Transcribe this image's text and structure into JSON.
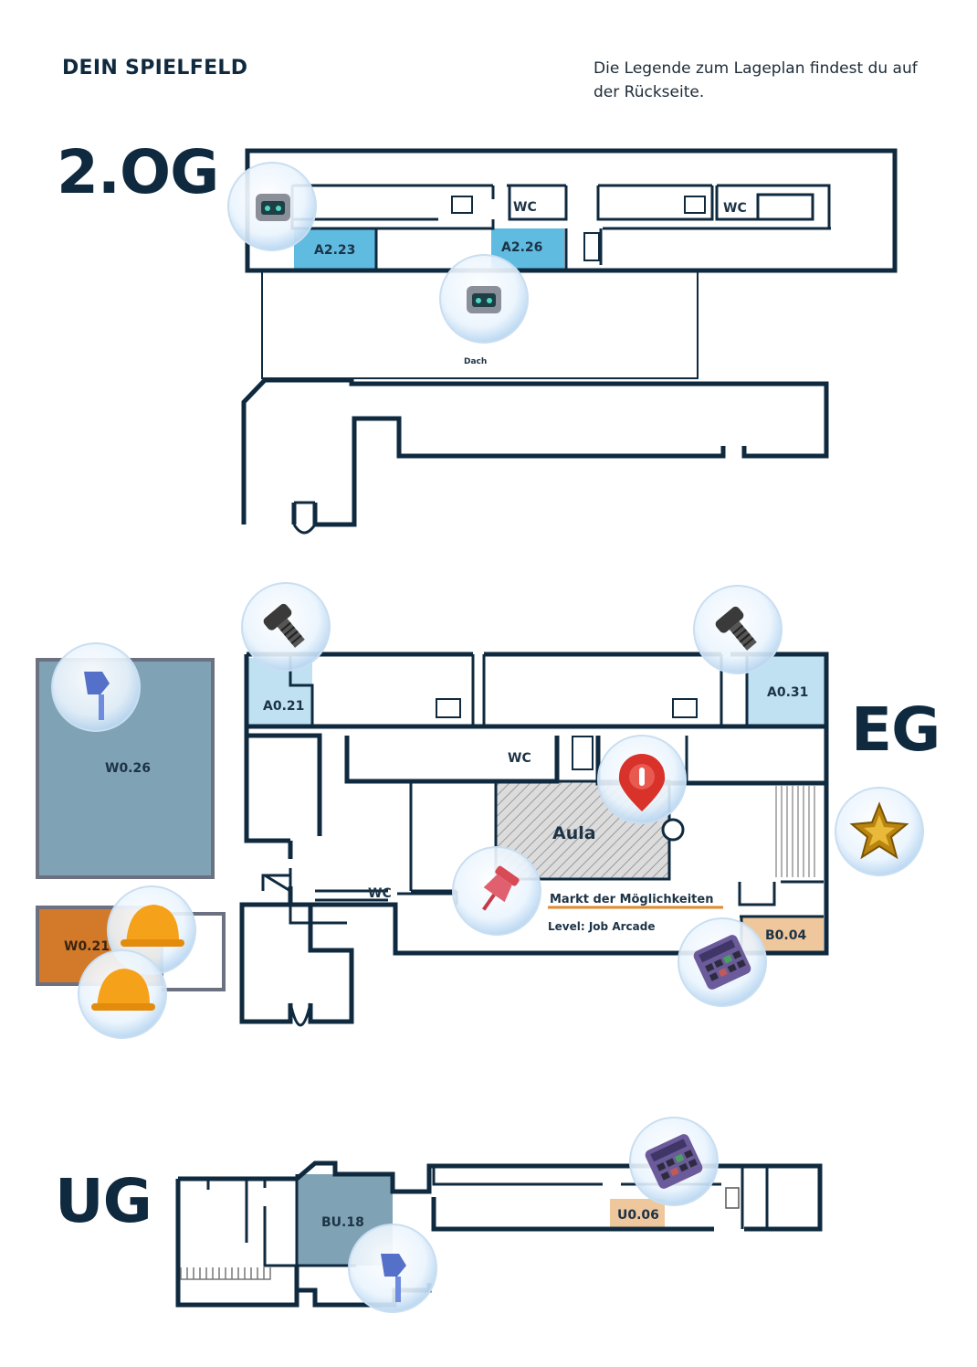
{
  "header": {
    "title": "DEIN SPIELFELD",
    "legend_note": "Die Legende zum Lageplan findest du auf der Rückseite."
  },
  "floors": {
    "og2": {
      "label": "2.OG",
      "rooms": {
        "a223": "A2.23",
        "a226": "A2.26",
        "wc1": "WC",
        "wc2": "WC",
        "roof": "Dach"
      }
    },
    "eg": {
      "label": "EG",
      "rooms": {
        "w026": "W0.26",
        "w021": "W0.21",
        "a021": "A0.21",
        "a031": "A0.31",
        "b004": "B0.04",
        "wc1": "WC",
        "wc2": "WC",
        "aula": "Aula",
        "markt": "Markt der Möglichkeiten",
        "level": "Level: Job Arcade"
      }
    },
    "ug": {
      "label": "UG",
      "rooms": {
        "bu18": "BU.18",
        "u006": "U0.06"
      }
    }
  },
  "icons": [
    "robot-icon",
    "robot-icon",
    "screw-icon",
    "screw-icon",
    "thumbs-icon",
    "helmet-icon",
    "helmet-icon",
    "location-pin-icon",
    "star-icon",
    "pushpin-icon",
    "calculator-icon",
    "calculator-icon",
    "thumbs-icon"
  ],
  "colors": {
    "wall": "#0f2a3f",
    "room_blue": "#5fbbe0",
    "room_lightblue": "#bfe1f1",
    "room_slate": "#7fa3b5",
    "room_orange": "#d27a2a",
    "room_peach": "#efc79c",
    "underline": "#e08a2c"
  }
}
